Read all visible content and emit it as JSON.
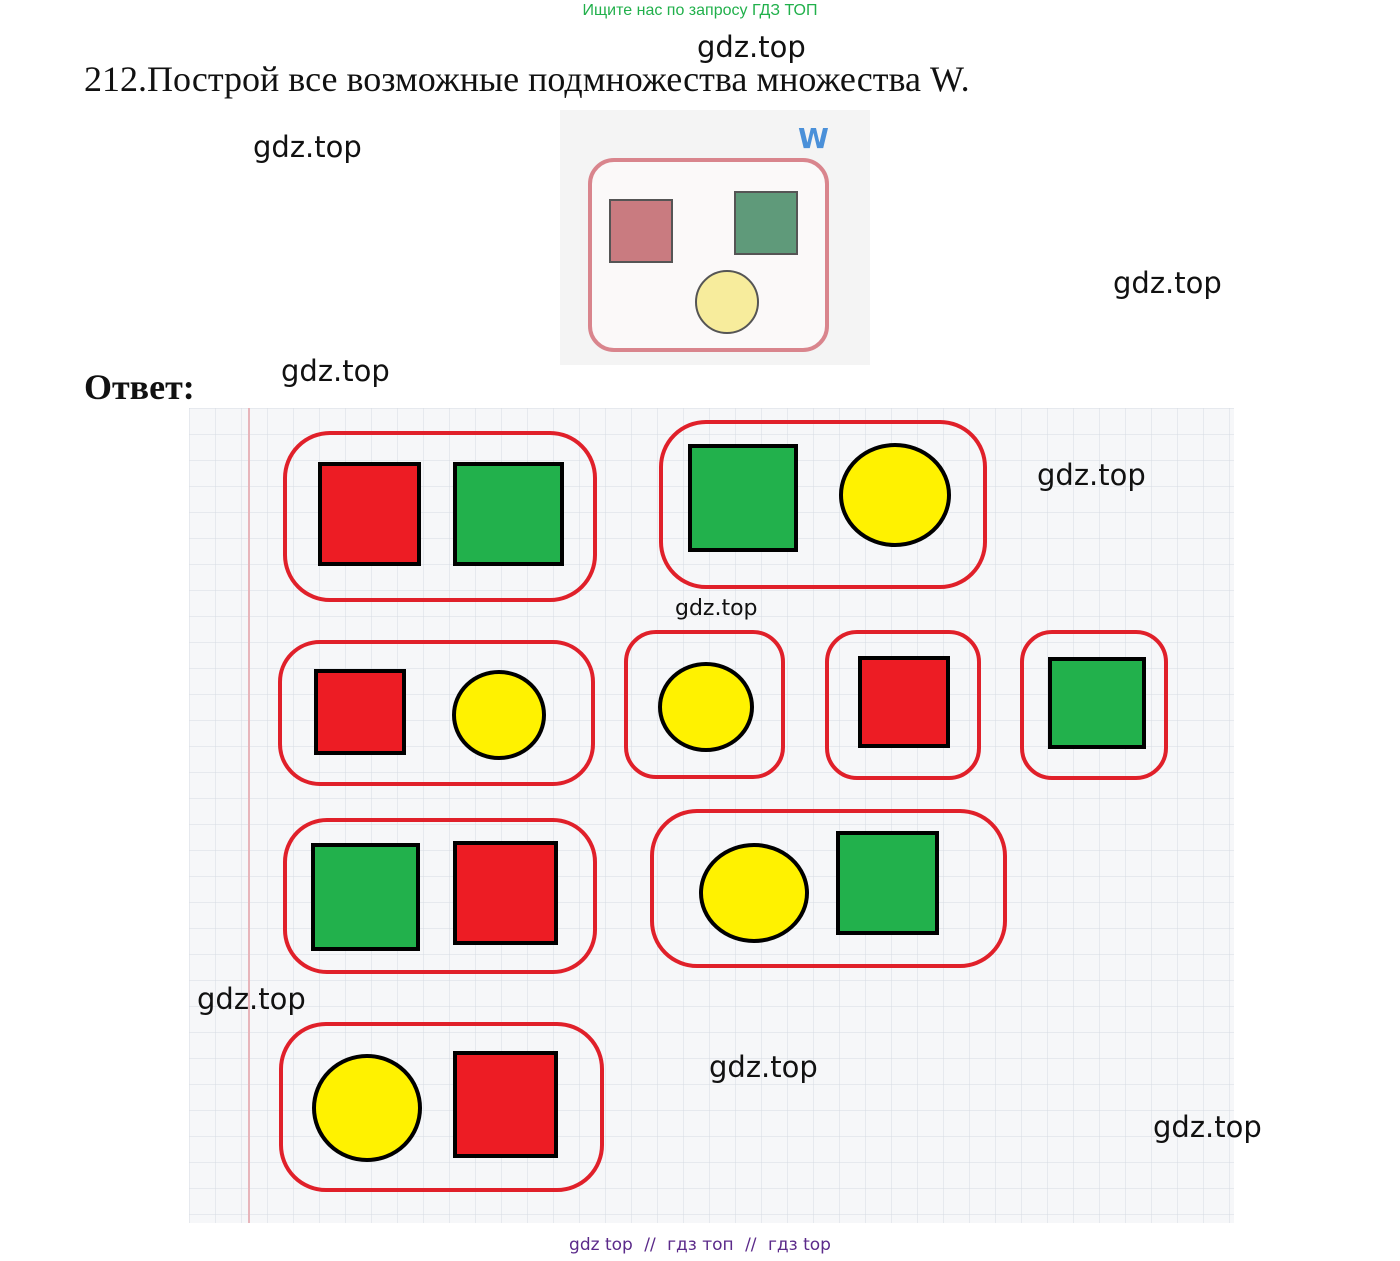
{
  "banner": "Ищите нас по запросу ГДЗ ТОП",
  "task": {
    "number": "212.",
    "text": "Построй все возможные подмножества множества W."
  },
  "set_label": "W",
  "answer_label": "Ответ:",
  "watermark": "gdz.top",
  "footer": {
    "item1": "gdz top",
    "item2": "гдз топ",
    "item3": "гдз top",
    "sep": "//"
  },
  "colors": {
    "red": "#ed1c24",
    "green": "#22b14c",
    "yellow": "#fff200",
    "outline": "#e0202a",
    "set_red": "#c97b80",
    "set_green": "#5f9a7a",
    "set_yellow": "#f7ec9c",
    "set_outline": "#d9858d",
    "set_label": "#4a90d9"
  },
  "subsets": [
    {
      "elements": [
        "red-square",
        "green-square"
      ]
    },
    {
      "elements": [
        "green-square",
        "yellow-circle"
      ]
    },
    {
      "elements": [
        "red-square",
        "yellow-circle"
      ]
    },
    {
      "elements": [
        "yellow-circle"
      ]
    },
    {
      "elements": [
        "red-square"
      ]
    },
    {
      "elements": [
        "green-square"
      ]
    },
    {
      "elements": [
        "green-square",
        "red-square"
      ]
    },
    {
      "elements": [
        "yellow-circle",
        "green-square"
      ]
    },
    {
      "elements": [
        "yellow-circle",
        "red-square"
      ]
    }
  ]
}
